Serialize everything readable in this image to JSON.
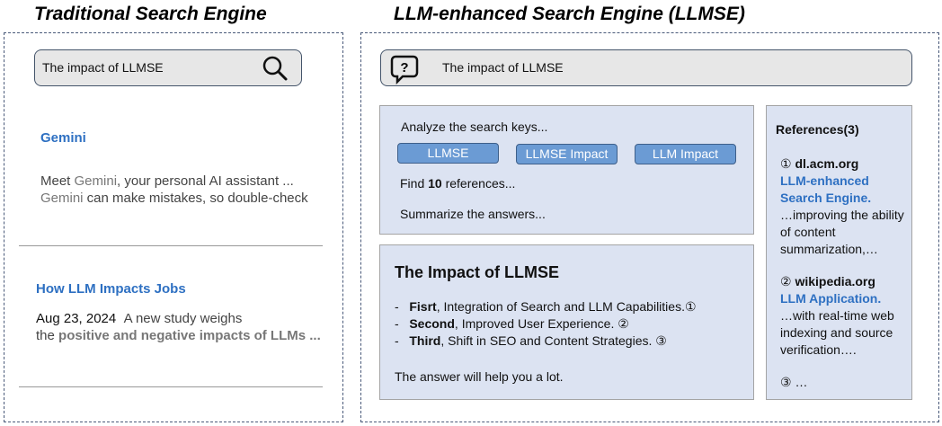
{
  "traditional": {
    "title": "Traditional Search Engine",
    "query": "The impact of LLMSE",
    "search_icon": "search-icon",
    "results": [
      {
        "title": "Gemini",
        "line1_a": "Meet ",
        "line1_b": "Gemini",
        "line1_c": ", your personal AI assistant ...",
        "line2_a": "Gemini",
        "line2_b": " can make mistakes, so double-check"
      },
      {
        "title": "How LLM Impacts Jobs",
        "date": "Aug 23, 2024",
        "line1": "A new study weighs",
        "line2_a": "the ",
        "line2_b": "positive and negative impacts of LLMs ..."
      }
    ]
  },
  "llmse": {
    "title": "LLM-enhanced Search Engine (LLMSE)",
    "query": "The impact of LLMSE",
    "query_icon": "question-bubble-icon",
    "process": {
      "analyze": "Analyze the search keys...",
      "keys": [
        "LLMSE",
        "LLMSE Impact",
        "LLM Impact"
      ],
      "find_a": "Find ",
      "find_count": "10",
      "find_b": " references...",
      "summarize": "Summarize the answers..."
    },
    "answer": {
      "heading": "The Impact of LLMSE",
      "items": [
        {
          "bold": "Fisrt",
          "text": ", Integration of Search and LLM Capabilities.",
          "ref": "①"
        },
        {
          "bold": "Second",
          "text": ", Improved User Experience. ",
          "ref": "②"
        },
        {
          "bold": "Third",
          "text": ", Shift in SEO and Content Strategies. ",
          "ref": "③"
        }
      ],
      "footer": "The answer will help you a lot."
    },
    "references": {
      "heading": "References(3)",
      "items": [
        {
          "num": "①",
          "site": "dl.acm.org",
          "title": "LLM-enhanced Search Engine.",
          "snippet": "…improving the ability of content summarization,…"
        },
        {
          "num": "②",
          "site": "wikipedia.org",
          "title": "LLM Application.",
          "snippet": "…with real-time web indexing and source verification…."
        },
        {
          "num": "③",
          "site": "",
          "title": "",
          "snippet": "…"
        }
      ]
    }
  }
}
